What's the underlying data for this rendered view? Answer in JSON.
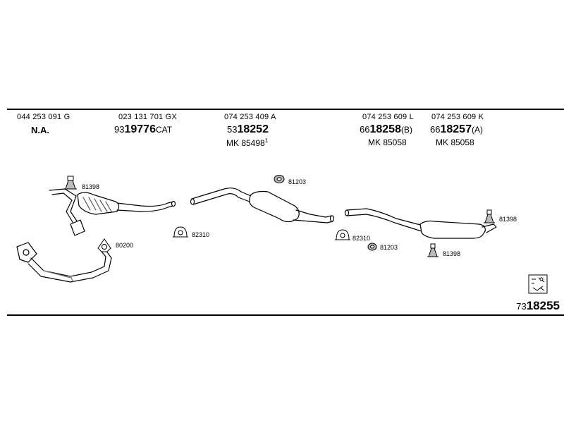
{
  "columns": [
    {
      "oem": "044 253 091 G",
      "ref_plain": "N.A."
    },
    {
      "oem": "023 131 701 GX",
      "ref_prefix": "93",
      "ref_bold": "19776",
      "ref_suffix": "CAT"
    },
    {
      "oem": "074 253 409 A",
      "ref_prefix": "53",
      "ref_bold": "18252",
      "ref_suffix": "",
      "mk": "MK 85498",
      "mk_sup": "1"
    },
    {
      "oem": "074 253 609 L",
      "ref_prefix": "66",
      "ref_bold": "18258",
      "ref_suffix": "(B)",
      "mk": "MK 85058"
    },
    {
      "oem": "074 253 609 K",
      "ref_prefix": "66",
      "ref_bold": "18257",
      "ref_suffix": "(A)",
      "mk": "MK 85058"
    }
  ],
  "part_labels": {
    "hanger_front": "81398",
    "gasket": "80200",
    "clamp_front": "82310",
    "ring_mid": "81203",
    "clamp_rear": "82310",
    "ring_rear": "81203",
    "hanger_rear_top": "81398",
    "hanger_rear_bottom": "81398"
  },
  "kit_number": {
    "prefix": "73",
    "bold": "18255"
  },
  "icons": {
    "mounting_kit": "mounting-kit-icon"
  },
  "colors": {
    "line": "#000000",
    "fill": "#ffffff",
    "shade": "#9a9a9a"
  }
}
